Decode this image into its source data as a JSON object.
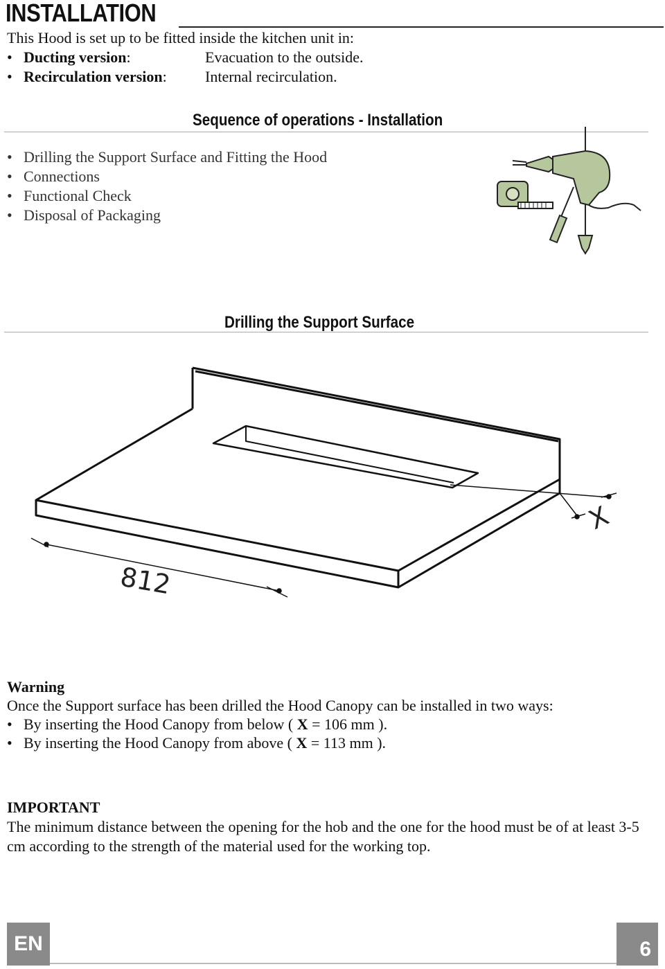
{
  "header": {
    "title": "INSTALLATION"
  },
  "intro": {
    "text": "This Hood is set up to be fitted inside the kitchen unit in:",
    "items": [
      {
        "label": "Ducting version",
        "value": "Evacuation to the outside."
      },
      {
        "label": "Recirculation version",
        "value": "Internal recirculation."
      }
    ]
  },
  "sequence": {
    "heading": "Sequence of operations - Installation",
    "steps": [
      "Drilling the Support Surface and Fitting the Hood",
      "Connections",
      "Functional Check",
      "Disposal of Packaging"
    ]
  },
  "drilling": {
    "heading": "Drilling the Support Surface",
    "diagram": {
      "dimension_label": "812",
      "x_label": "X"
    }
  },
  "warning": {
    "heading": "Warning",
    "text": "Once the Support surface has been drilled the Hood Canopy can be installed in two ways:",
    "options": [
      {
        "prefix": "By inserting the Hood Canopy from below ( ",
        "var": "X",
        "suffix": " = 106 mm )."
      },
      {
        "prefix": "By inserting the Hood Canopy from above ( ",
        "var": "X",
        "suffix": " = 113 mm )."
      }
    ]
  },
  "important": {
    "heading": "IMPORTANT",
    "text": "The minimum distance between the opening for the hob and the one for the hood must be of at least 3-5 cm according to the strength of the material used for the working top."
  },
  "footer": {
    "language": "EN",
    "page_number": "6"
  }
}
